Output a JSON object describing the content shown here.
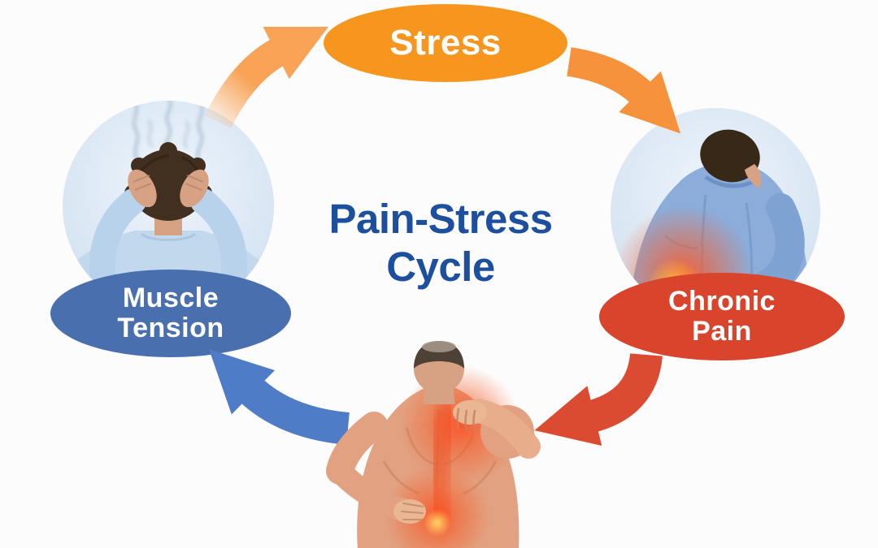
{
  "background_color": "#FCFCFC",
  "title": {
    "text": "Pain-Stress\nCycle",
    "color": "#1D4F9F"
  },
  "nodes": {
    "stress": {
      "label": "Stress",
      "fill": "#F6961F",
      "text_color": "#FFFFFF"
    },
    "chronic_pain": {
      "label": "Chronic\nPain",
      "fill": "#D8452C",
      "text_color": "#FFFFFF"
    },
    "muscle_tension": {
      "label": "Muscle\nTension",
      "fill": "#4A6FAE",
      "text_color": "#FFFFFF"
    }
  },
  "arrows": {
    "muscle_tension_to_stress": {
      "color": "#F8A355"
    },
    "stress_to_chronic_pain": {
      "color": "#F6913C"
    },
    "chronic_pain_to_back_pain": {
      "color": "#DB4B31"
    },
    "back_pain_to_muscle_tension": {
      "color": "#4E7CC6"
    }
  },
  "illustrations": {
    "stressed_man": {
      "alt": "Man holding his head with steam rising",
      "circle_color": "#D8E5F3"
    },
    "chronic_pain_man": {
      "alt": "Man in blue shirt clutching his painful lower back",
      "circle_color": "#D8E5F3"
    },
    "back_pain_man": {
      "alt": "Shirtless man gripping his inflamed shoulder and lower back"
    }
  }
}
